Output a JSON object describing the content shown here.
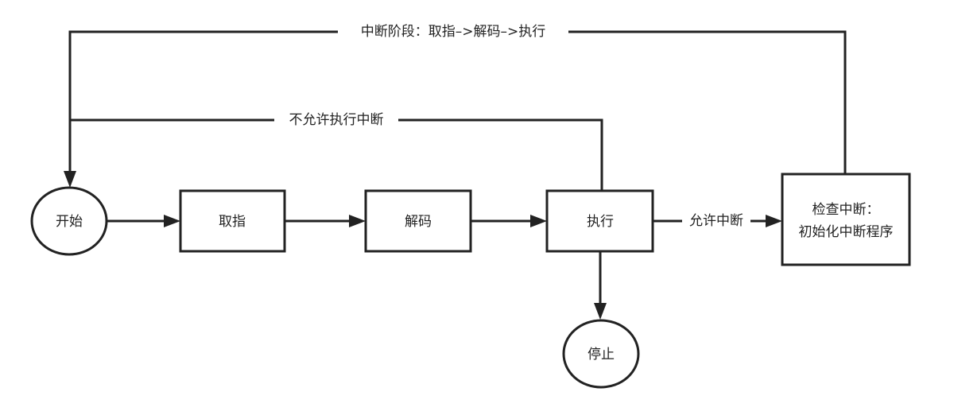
{
  "flowchart": {
    "nodes": {
      "start": {
        "label": "开始"
      },
      "fetch": {
        "label": "取指"
      },
      "decode": {
        "label": "解码"
      },
      "execute": {
        "label": "执行"
      },
      "stop": {
        "label": "停止"
      },
      "check_interrupt": {
        "line1": "检查中断：",
        "line2": "初始化中断程序"
      }
    },
    "edges": {
      "allow_interrupt": "允许中断",
      "disallow_interrupt": "不允许执行中断",
      "interrupt_phase": "中断阶段：取指–>解码–>执行"
    }
  }
}
